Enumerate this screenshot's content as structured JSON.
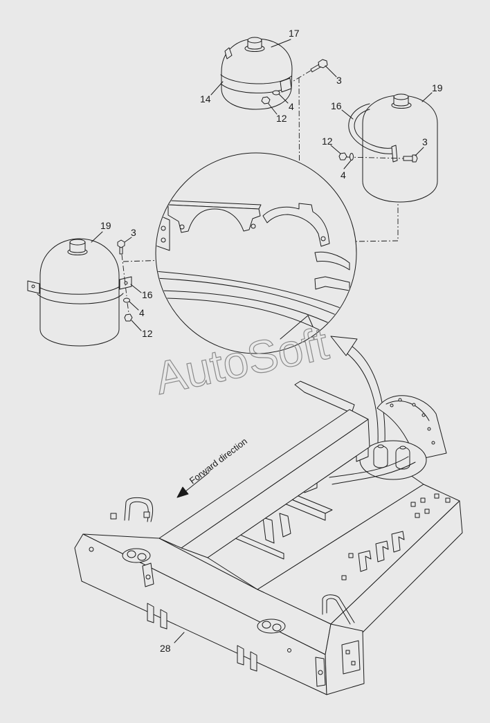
{
  "callouts": {
    "upper_tank": {
      "tank": "17",
      "bolt": "3",
      "clamp": "14",
      "washer": "4",
      "nut": "12"
    },
    "right_tank": {
      "tank": "19",
      "strap": "16",
      "nut": "12",
      "bolt": "3",
      "washer": "4"
    },
    "left_tank": {
      "tank": "19",
      "bolt": "3",
      "strap": "16",
      "washer": "4",
      "nut": "12"
    },
    "frame": {
      "frame": "28"
    }
  },
  "direction_label": "Forward direction",
  "watermark": "AutoSoft",
  "colors": {
    "background": "#e9e9e9",
    "line": "#1a1a1a",
    "watermark": "#8a8a8a"
  }
}
